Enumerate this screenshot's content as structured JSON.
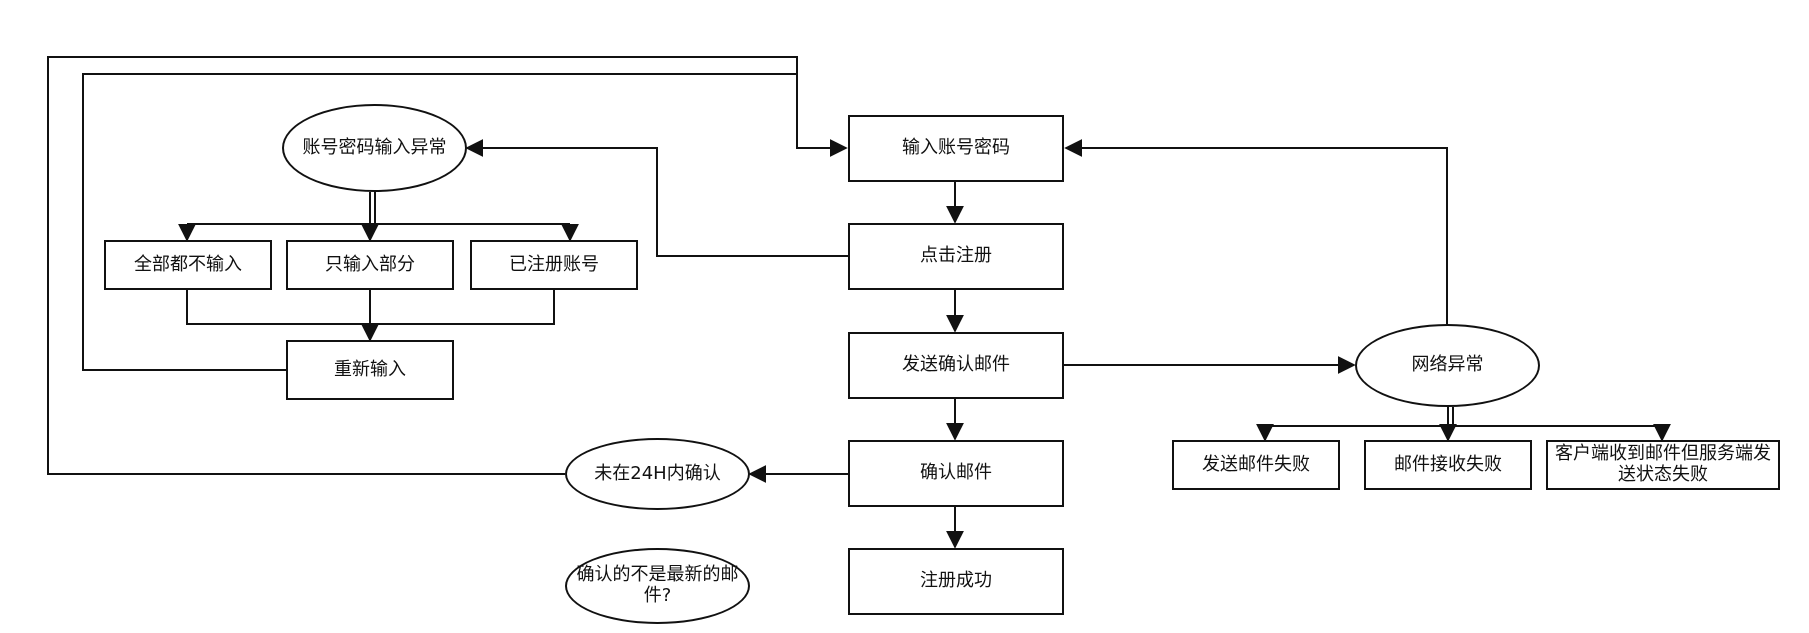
{
  "diagram": {
    "nodes": {
      "input_credentials": "输入账号密码",
      "click_register": "点击注册",
      "send_confirm_email": "发送确认邮件",
      "confirm_email": "确认邮件",
      "register_success": "注册成功",
      "credential_error": "账号密码输入异常",
      "none_entered": "全部都不输入",
      "partial_entered": "只输入部分",
      "already_registered": "已注册账号",
      "re_enter": "重新输入",
      "not_confirmed_24h": "未在24H内确认",
      "not_latest_email": "确认的不是最新的邮件?",
      "network_error": "网络异常",
      "send_failed": "发送邮件失败",
      "receive_failed": "邮件接收失败",
      "client_received_server_failed": "客户端收到邮件但服务端发送状态失败"
    }
  }
}
